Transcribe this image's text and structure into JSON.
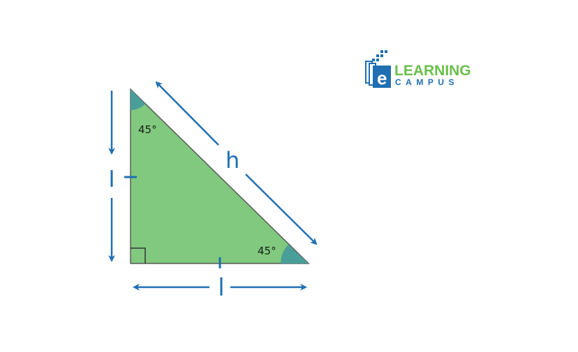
{
  "logo": {
    "line1": "LEARNING",
    "line2": "CAMPUS",
    "mark": "e",
    "colors": {
      "green": "#6abf4b",
      "blue": "#1f6fb2"
    }
  },
  "triangle": {
    "type": "right isosceles triangle",
    "right_angle_marked": true,
    "fill_color": "#80c97e",
    "angle_fill_color": "#4a9e9a",
    "arrow_color": "#1f6fb2",
    "angles": {
      "top": "45°",
      "bottom_right": "45°"
    },
    "sides": {
      "vertical": "l",
      "horizontal": "l",
      "hypotenuse": "h"
    }
  }
}
